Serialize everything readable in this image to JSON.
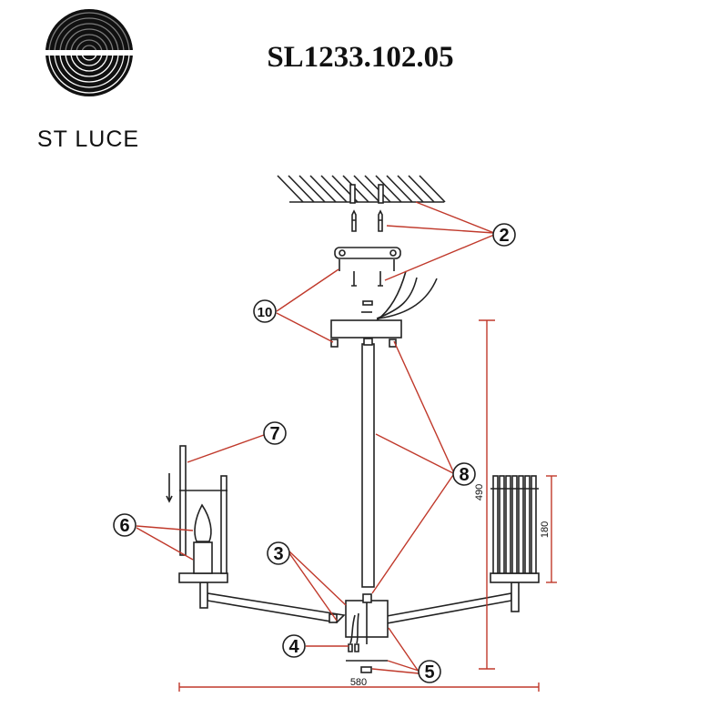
{
  "header": {
    "model_number": "SL1233.102.05"
  },
  "logo": {
    "brand": "ST LUCE"
  },
  "callouts": [
    "2",
    "10",
    "7",
    "8",
    "6",
    "3",
    "4",
    "5"
  ],
  "dimensions": {
    "height": "490",
    "shade_height": "180",
    "width": "580"
  },
  "colors": {
    "leader": "#c0392b",
    "line": "#222222"
  }
}
